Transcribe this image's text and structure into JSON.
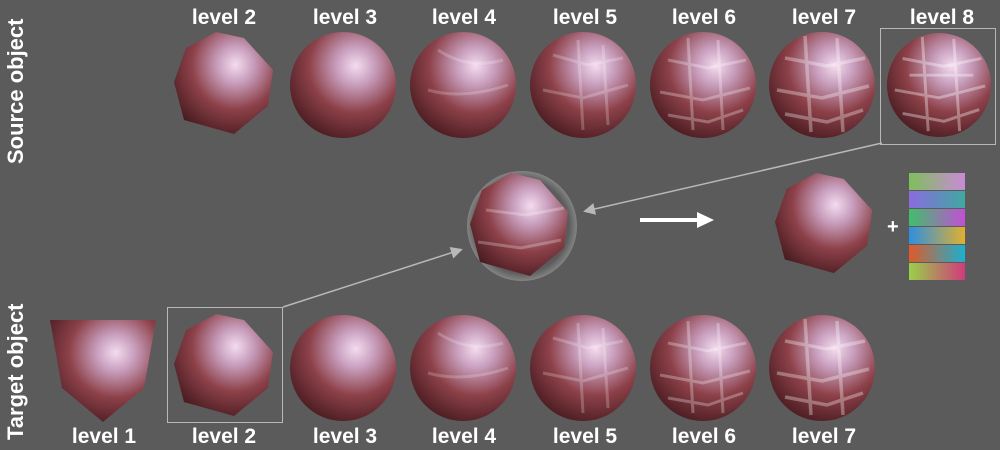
{
  "source_label": "Source object",
  "target_label": "Target object",
  "source_levels": [
    "level 2",
    "level 3",
    "level 4",
    "level 5",
    "level 6",
    "level 7",
    "level 8"
  ],
  "target_levels": [
    "level 1",
    "level 2",
    "level 3",
    "level 4",
    "level 5",
    "level 6",
    "level 7"
  ],
  "plus_sign": "+",
  "colors": {
    "background": "#5b5b5b",
    "material": "#8a3f45",
    "highlight": "#e8cde4",
    "arrow": "#ffffff",
    "connector": "#b8b8b8"
  },
  "texture_maps": [
    [
      "#7fbf5a",
      "#c98ad8"
    ],
    [
      "#8a6be0",
      "#3fa9a0"
    ],
    [
      "#3fbf6a",
      "#c24fd6"
    ],
    [
      "#2f8fe0",
      "#e0b030"
    ],
    [
      "#e05a2a",
      "#1ab0d0"
    ],
    [
      "#9ad04a",
      "#d03a7a"
    ]
  ]
}
